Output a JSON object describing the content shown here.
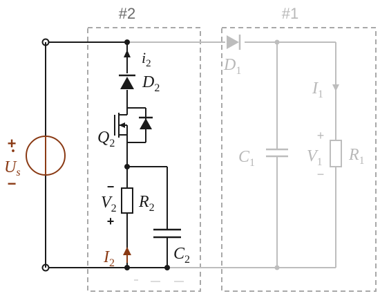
{
  "colors": {
    "main_wire": "#1a1a1a",
    "faded_wire": "#bdbdbd",
    "faded_text": "#b8b8b8",
    "box_dash": "#a8a8a8",
    "source": "#8a3a14"
  },
  "blocks": {
    "block2_label": "#2",
    "block1_label": "#1"
  },
  "source": {
    "name": "U",
    "sub": "s",
    "plus": "+",
    "minus": "−",
    "dot": "·"
  },
  "components": {
    "d2": {
      "name": "D",
      "sub": "2"
    },
    "i2": {
      "name": "i",
      "sub": "2"
    },
    "q2": {
      "name": "Q",
      "sub": "2"
    },
    "r2": {
      "name": "R",
      "sub": "2"
    },
    "v2": {
      "name": "V",
      "sub": "2",
      "minus": "−",
      "plus": "+"
    },
    "c2": {
      "name": "C",
      "sub": "2"
    },
    "big_i2": {
      "name": "I",
      "sub": "2"
    },
    "d1": {
      "name": "D",
      "sub": "1"
    },
    "i1": {
      "name": "I",
      "sub": "1"
    },
    "c1": {
      "name": "C",
      "sub": "1"
    },
    "v1": {
      "name": "V",
      "sub": "1",
      "plus": "+",
      "minus": "−"
    },
    "r1": {
      "name": "R",
      "sub": "1"
    }
  }
}
